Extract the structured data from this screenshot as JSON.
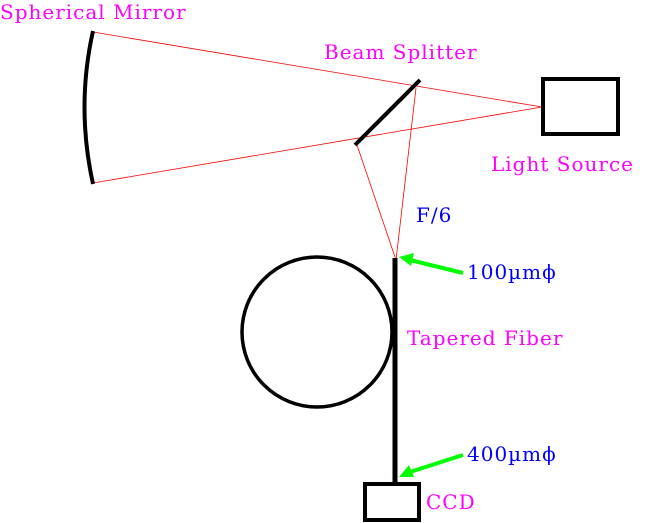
{
  "labels": {
    "spherical_mirror": "Spherical Mirror",
    "beam_splitter": "Beam Splitter",
    "light_source": "Light Source",
    "f_ratio": "F/6",
    "input_core": "100µmϕ",
    "tapered_fiber": "Tapered Fiber",
    "output_core": "400µmϕ",
    "ccd": "CCD"
  },
  "colors": {
    "component_label": "#ff00ff",
    "measurement_label": "#0000ff",
    "ray": "#ff0000",
    "arrow": "#00ff00",
    "component": "#000000"
  }
}
